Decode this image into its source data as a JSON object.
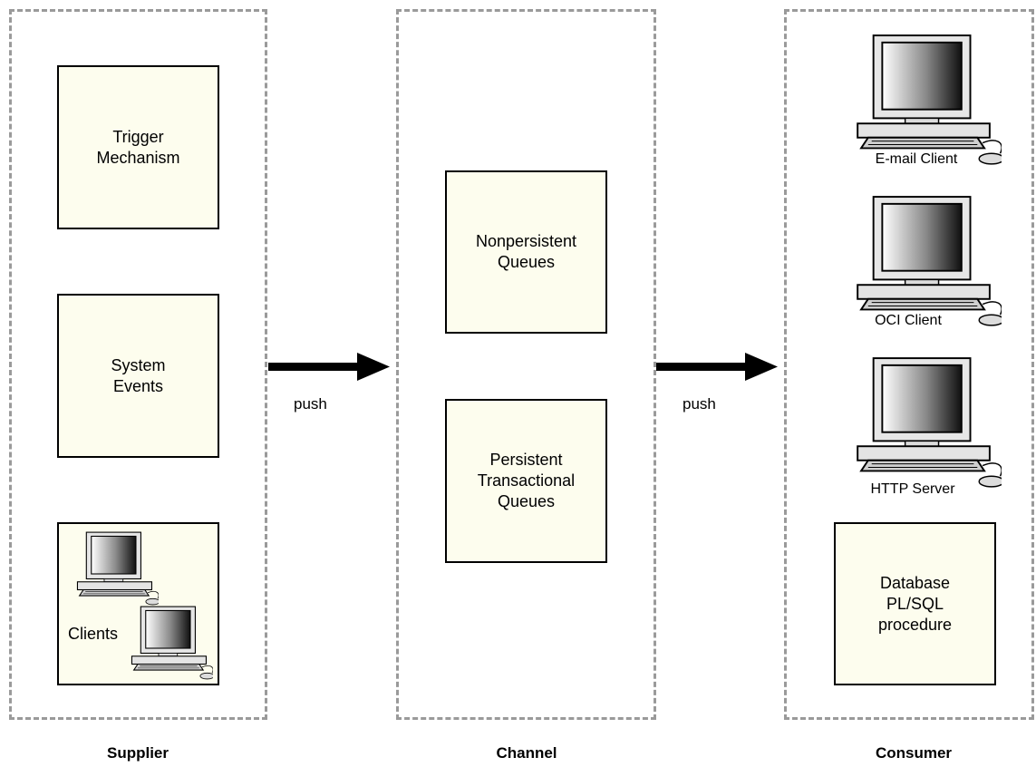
{
  "columns": {
    "supplier": "Supplier",
    "channel": "Channel",
    "consumer": "Consumer"
  },
  "supplier": {
    "trigger": "Trigger\nMechanism",
    "system_events": "System\nEvents",
    "clients": "Clients"
  },
  "channel": {
    "nonpersistent": "Nonpersistent\nQueues",
    "persistent": "Persistent\nTransactional\nQueues"
  },
  "consumer": {
    "email": "E-mail Client",
    "oci": "OCI Client",
    "http": "HTTP Server",
    "database": "Database\nPL/SQL\nprocedure"
  },
  "arrows": {
    "left_label": "push",
    "right_label": "push"
  },
  "icons": [
    "computer-icon"
  ]
}
